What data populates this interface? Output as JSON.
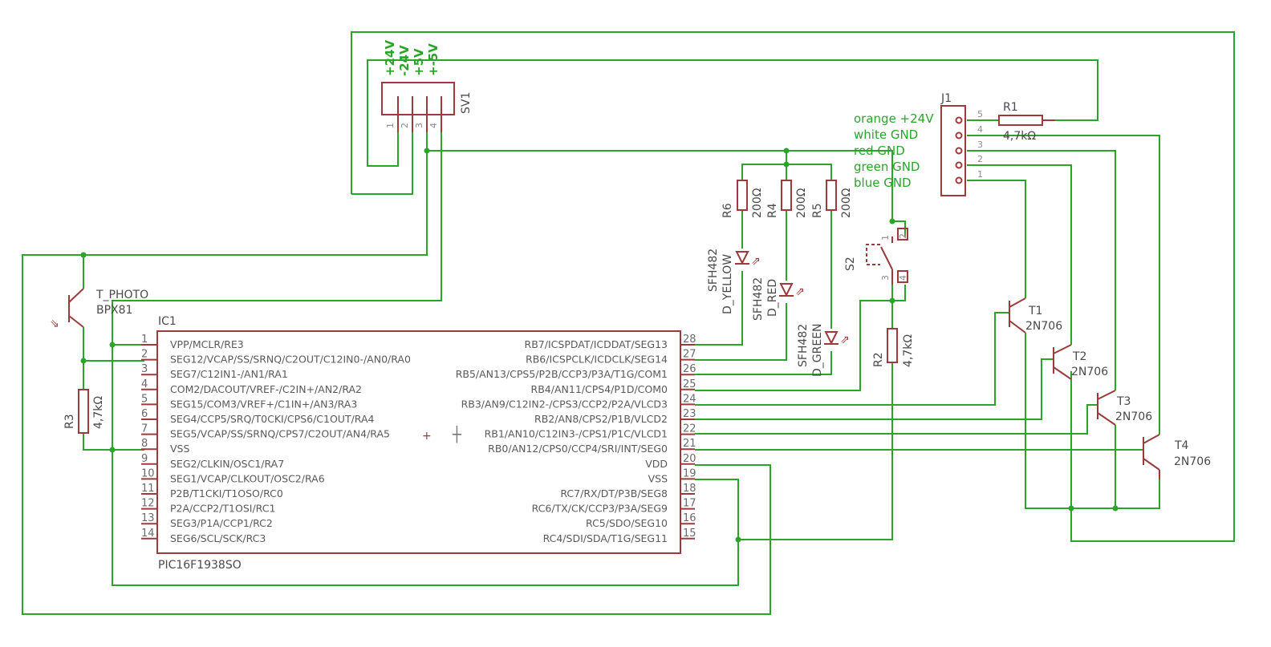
{
  "ic1": {
    "name": "IC1",
    "value": "PIC16F1938SO",
    "left_pins": [
      {
        "no": "1",
        "label": "VPP/MCLR/RE3"
      },
      {
        "no": "2",
        "label": "SEG12/VCAP/SS/SRNQ/C2OUT/C12IN0-/AN0/RA0"
      },
      {
        "no": "3",
        "label": "SEG7/C12IN1-/AN1/RA1"
      },
      {
        "no": "4",
        "label": "COM2/DACOUT/VREF-/C2IN+/AN2/RA2"
      },
      {
        "no": "5",
        "label": "SEG15/COM3/VREF+/C1IN+/AN3/RA3"
      },
      {
        "no": "6",
        "label": "SEG4/CCP5/SRQ/T0CKI/CPS6/C1OUT/RA4"
      },
      {
        "no": "7",
        "label": "SEG5/VCAP/SS/SRNQ/CPS7/C2OUT/AN4/RA5"
      },
      {
        "no": "8",
        "label": "VSS"
      },
      {
        "no": "9",
        "label": "SEG2/CLKIN/OSC1/RA7"
      },
      {
        "no": "10",
        "label": "SEG1/VCAP/CLKOUT/OSC2/RA6"
      },
      {
        "no": "11",
        "label": "P2B/T1CKI/T1OSO/RC0"
      },
      {
        "no": "12",
        "label": "P2A/CCP2/T1OSI/RC1"
      },
      {
        "no": "13",
        "label": "SEG3/P1A/CCP1/RC2"
      },
      {
        "no": "14",
        "label": "SEG6/SCL/SCK/RC3"
      }
    ],
    "right_pins": [
      {
        "no": "28",
        "label": "RB7/ICSPDAT/ICDDAT/SEG13"
      },
      {
        "no": "27",
        "label": "RB6/ICSPCLK/ICDCLK/SEG14"
      },
      {
        "no": "26",
        "label": "RB5/AN13/CPS5/P2B/CCP3/P3A/T1G/COM1"
      },
      {
        "no": "25",
        "label": "RB4/AN11/CPS4/P1D/COM0"
      },
      {
        "no": "24",
        "label": "RB3/AN9/C12IN2-/CPS3/CCP2/P2A/VLCD3"
      },
      {
        "no": "23",
        "label": "RB2/AN8/CPS2/P1B/VLCD2"
      },
      {
        "no": "22",
        "label": "RB1/AN10/C12IN3-/CPS1/P1C/VLCD1"
      },
      {
        "no": "21",
        "label": "RB0/AN12/CPS0/CCP4/SRI/INT/SEG0"
      },
      {
        "no": "20",
        "label": "VDD"
      },
      {
        "no": "19",
        "label": "VSS"
      },
      {
        "no": "18",
        "label": "RC7/RX/DT/P3B/SEG8"
      },
      {
        "no": "17",
        "label": "RC6/TX/CK/CCP3/P3A/SEG9"
      },
      {
        "no": "16",
        "label": "RC5/SDO/SEG10"
      },
      {
        "no": "15",
        "label": "RC4/SDI/SDA/T1G/SEG11"
      }
    ]
  },
  "sv1": {
    "name": "SV1",
    "pins": [
      "1",
      "2",
      "3",
      "4"
    ],
    "net_labels": [
      "+24V",
      "-24V",
      "+5V",
      "+-5V"
    ]
  },
  "j1": {
    "name": "J1",
    "pins": [
      "5",
      "4",
      "3",
      "2",
      "1"
    ],
    "notes": [
      "orange +24V",
      "white GND",
      "red GND",
      "green GND",
      "blue GND"
    ]
  },
  "resistors": {
    "r1": {
      "name": "R1",
      "value": "4,7kΩ"
    },
    "r2": {
      "name": "R2",
      "value": "4,7kΩ"
    },
    "r3": {
      "name": "R3",
      "value": "4,7kΩ"
    },
    "r4": {
      "name": "R4",
      "value": "200Ω"
    },
    "r5": {
      "name": "R5",
      "value": "200Ω"
    },
    "r6": {
      "name": "R6",
      "value": "200Ω"
    }
  },
  "leds": {
    "yellow": {
      "name": "D_YELLOW",
      "value": "SFH482"
    },
    "red": {
      "name": "D_RED",
      "value": "SFH482"
    },
    "green": {
      "name": "D_GREEN",
      "value": "SFH482"
    }
  },
  "transistors": {
    "t1": {
      "name": "T1",
      "value": "2N706"
    },
    "t2": {
      "name": "T2",
      "value": "2N706"
    },
    "t3": {
      "name": "T3",
      "value": "2N706"
    },
    "t4": {
      "name": "T4",
      "value": "2N706"
    },
    "photo": {
      "name": "T_PHOTO",
      "value": "BPX81"
    }
  },
  "switch": {
    "name": "S2",
    "pins": [
      "1",
      "2",
      "3",
      "4"
    ]
  },
  "colors": {
    "wire": "#2aa52a",
    "part": "#9b3b3b",
    "text": "#4a4a4a",
    "background": "#ffffff"
  }
}
